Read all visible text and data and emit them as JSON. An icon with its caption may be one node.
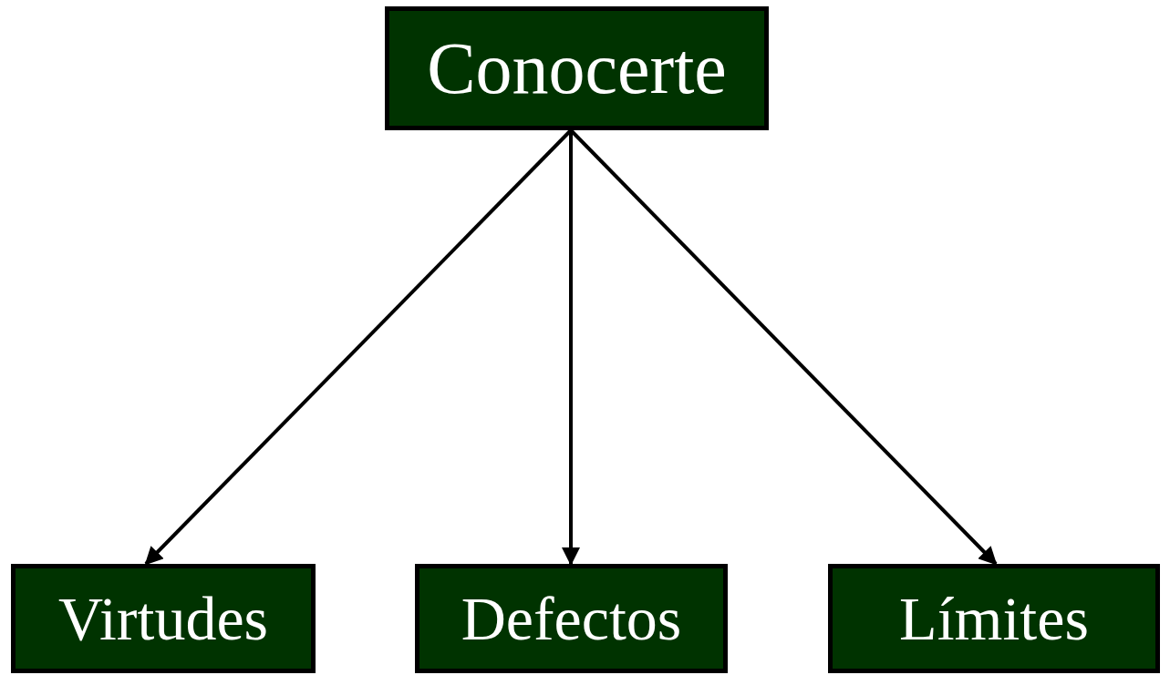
{
  "diagram": {
    "nodes": [
      {
        "text": [
          "Conocerte"
        ]
      },
      {
        "text": [
          "Virtudes"
        ]
      },
      {
        "text": [
          "Defectos"
        ]
      },
      {
        "text": [
          "Límites"
        ]
      }
    ],
    "edges": [
      {
        "from": 0,
        "to": 1,
        "arrow": "to"
      },
      {
        "from": 0,
        "to": 2,
        "arrow": "to"
      },
      {
        "from": 0,
        "to": 3,
        "arrow": "to"
      }
    ]
  }
}
